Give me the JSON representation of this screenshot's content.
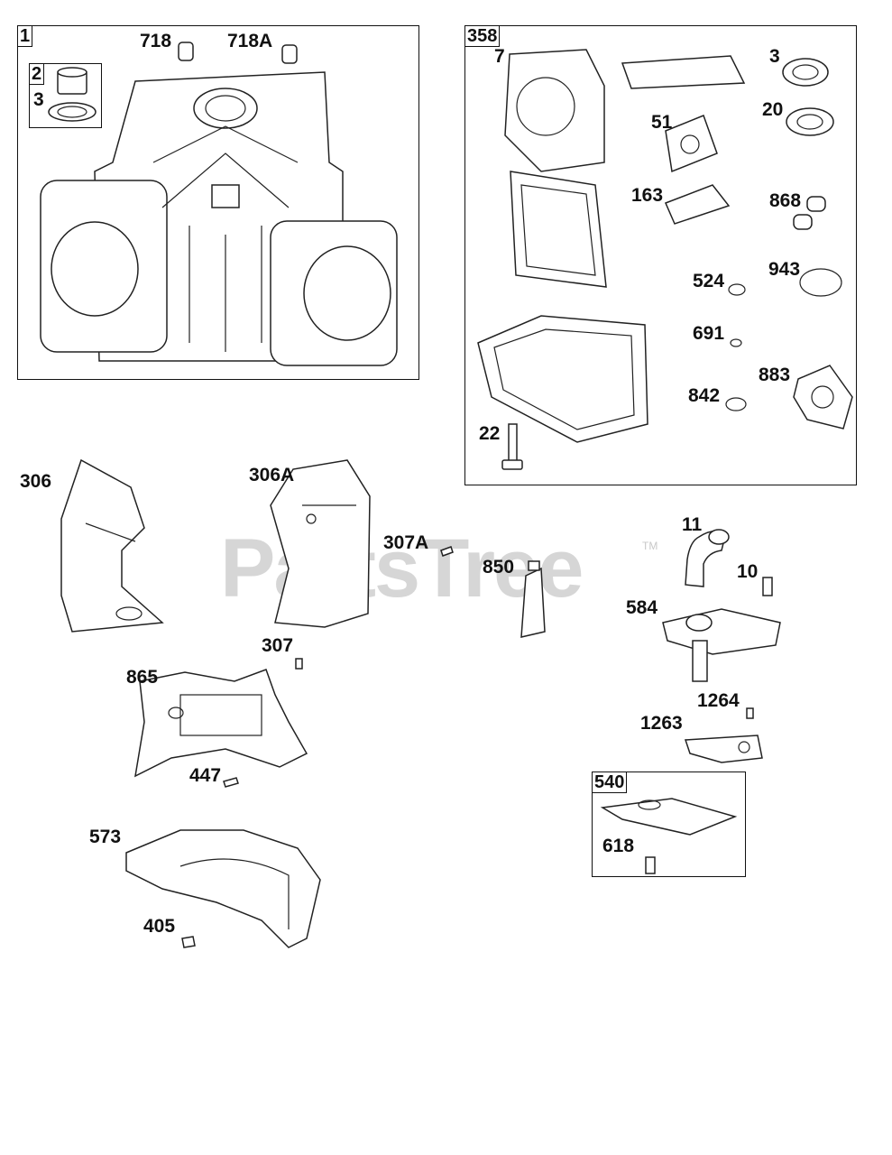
{
  "watermark": {
    "text": "PartsTree",
    "tm": "TM"
  },
  "boxes": {
    "b1": "1",
    "b2": "2",
    "b358": "358",
    "b540": "540"
  },
  "labels": {
    "l3a": "3",
    "l718": "718",
    "l718a": "718A",
    "l7": "7",
    "l3b": "3",
    "l20": "20",
    "l51": "51",
    "l163": "163",
    "l868": "868",
    "l524": "524",
    "l943": "943",
    "l691": "691",
    "l883": "883",
    "l842": "842",
    "l22": "22",
    "l306": "306",
    "l306a": "306A",
    "l307a": "307A",
    "l850": "850",
    "l11": "11",
    "l10": "10",
    "l584": "584",
    "l307": "307",
    "l865": "865",
    "l447": "447",
    "l1264": "1264",
    "l1263": "1263",
    "l618": "618",
    "l573": "573",
    "l405": "405"
  }
}
